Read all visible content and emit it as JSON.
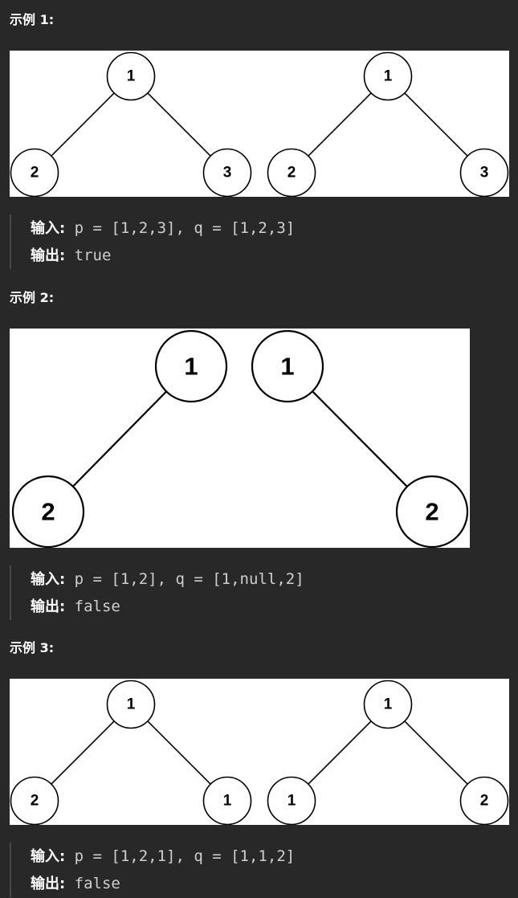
{
  "examples": [
    {
      "heading": "示例 1:",
      "left_tree": [
        {
          "value": "1",
          "parent": null
        },
        {
          "value": "2",
          "parent": 0,
          "side": "left"
        },
        {
          "value": "3",
          "parent": 0,
          "side": "right"
        }
      ],
      "right_tree": [
        {
          "value": "1",
          "parent": null
        },
        {
          "value": "2",
          "parent": 0,
          "side": "left"
        },
        {
          "value": "3",
          "parent": 0,
          "side": "right"
        }
      ],
      "input_label": "输入:",
      "input_text": "p = [1,2,3], q = [1,2,3]",
      "output_label": "输出:",
      "output_text": "true"
    },
    {
      "heading": "示例 2:",
      "left_tree": [
        {
          "value": "1",
          "parent": null
        },
        {
          "value": "2",
          "parent": 0,
          "side": "left"
        }
      ],
      "right_tree": [
        {
          "value": "1",
          "parent": null
        },
        {
          "value": "2",
          "parent": 0,
          "side": "right"
        }
      ],
      "input_label": "输入:",
      "input_text": "p = [1,2], q = [1,null,2]",
      "output_label": "输出:",
      "output_text": "false"
    },
    {
      "heading": "示例 3:",
      "left_tree": [
        {
          "value": "1",
          "parent": null
        },
        {
          "value": "2",
          "parent": 0,
          "side": "left"
        },
        {
          "value": "1",
          "parent": 0,
          "side": "right"
        }
      ],
      "right_tree": [
        {
          "value": "1",
          "parent": null
        },
        {
          "value": "1",
          "parent": 0,
          "side": "left"
        },
        {
          "value": "2",
          "parent": 0,
          "side": "right"
        }
      ],
      "input_label": "输入:",
      "input_text": "p = [1,2,1], q = [1,1,2]",
      "output_label": "输出:",
      "output_text": "false"
    }
  ]
}
